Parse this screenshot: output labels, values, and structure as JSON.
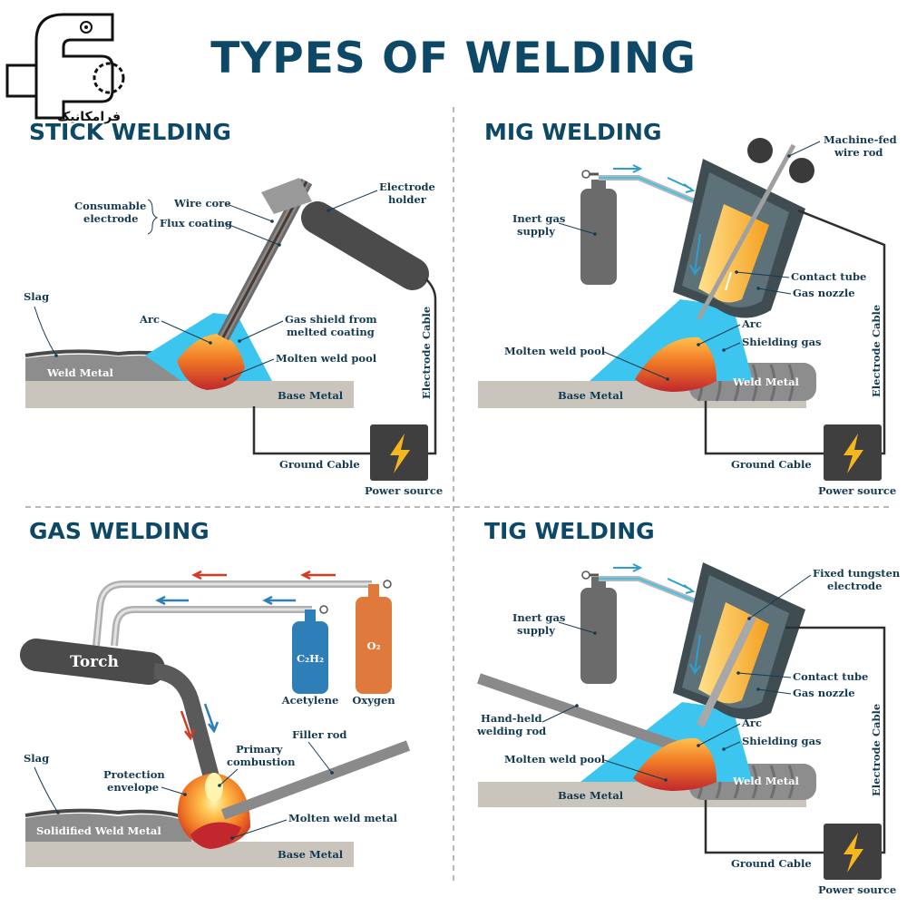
{
  "title": "TYPES OF WELDING",
  "logo": {
    "text": "فرامکانیک"
  },
  "colors": {
    "heading": "#0d4866",
    "arc_blue": "#3cc6ef",
    "pool_red": "#c1272d",
    "metal_gray": "#8d8d8d"
  },
  "stick": {
    "heading": "STICK WELDING",
    "labels": {
      "consumable_1": "Consumable",
      "consumable_2": "electrode",
      "wire_core": "Wire core",
      "flux_coating": "Flux coating",
      "electrode_holder_1": "Electrode",
      "electrode_holder_2": "holder",
      "slag": "Slag",
      "arc": "Arc",
      "gas_shield_1": "Gas shield from",
      "gas_shield_2": "melted coating",
      "molten_pool": "Molten weld pool",
      "weld_metal": "Weld Metal",
      "base_metal": "Base Metal",
      "electrode_cable": "Electrode Cable",
      "ground_cable": "Ground Cable",
      "power_source": "Power source"
    }
  },
  "mig": {
    "heading": "MIG WELDING",
    "labels": {
      "wire_rod_1": "Machine-fed",
      "wire_rod_2": "wire rod",
      "inert_gas_1": "Inert gas",
      "inert_gas_2": "supply",
      "contact_tube": "Contact tube",
      "gas_nozzle": "Gas nozzle",
      "arc": "Arc",
      "shielding_gas": "Shielding gas",
      "molten_pool": "Molten weld pool",
      "weld_metal": "Weld Metal",
      "base_metal": "Base Metal",
      "electrode_cable": "Electrode Cable",
      "ground_cable": "Ground Cable",
      "power_source": "Power source"
    }
  },
  "gas": {
    "heading": "GAS WELDING",
    "labels": {
      "torch": "Torch",
      "acetylene_formula": "C₂H₂",
      "oxygen_formula": "O₂",
      "acetylene": "Acetylene",
      "oxygen": "Oxygen",
      "filler_rod": "Filler rod",
      "primary_1": "Primary",
      "primary_2": "combustion",
      "slag": "Slag",
      "protection_1": "Protection",
      "protection_2": "envelope",
      "molten_metal": "Molten weld metal",
      "solidified": "Solidified Weld Metal",
      "base_metal": "Base Metal"
    }
  },
  "tig": {
    "heading": "TIG WELDING",
    "labels": {
      "tungsten_1": "Fixed tungsten",
      "tungsten_2": "electrode",
      "inert_gas_1": "Inert gas",
      "inert_gas_2": "supply",
      "contact_tube": "Contact tube",
      "gas_nozzle": "Gas nozzle",
      "hand_rod_1": "Hand-held",
      "hand_rod_2": "welding rod",
      "arc": "Arc",
      "shielding_gas": "Shielding gas",
      "molten_pool": "Molten weld pool",
      "weld_metal": "Weld Metal",
      "base_metal": "Base Metal",
      "electrode_cable": "Electrode Cable",
      "ground_cable": "Ground Cable",
      "power_source": "Power source"
    }
  }
}
